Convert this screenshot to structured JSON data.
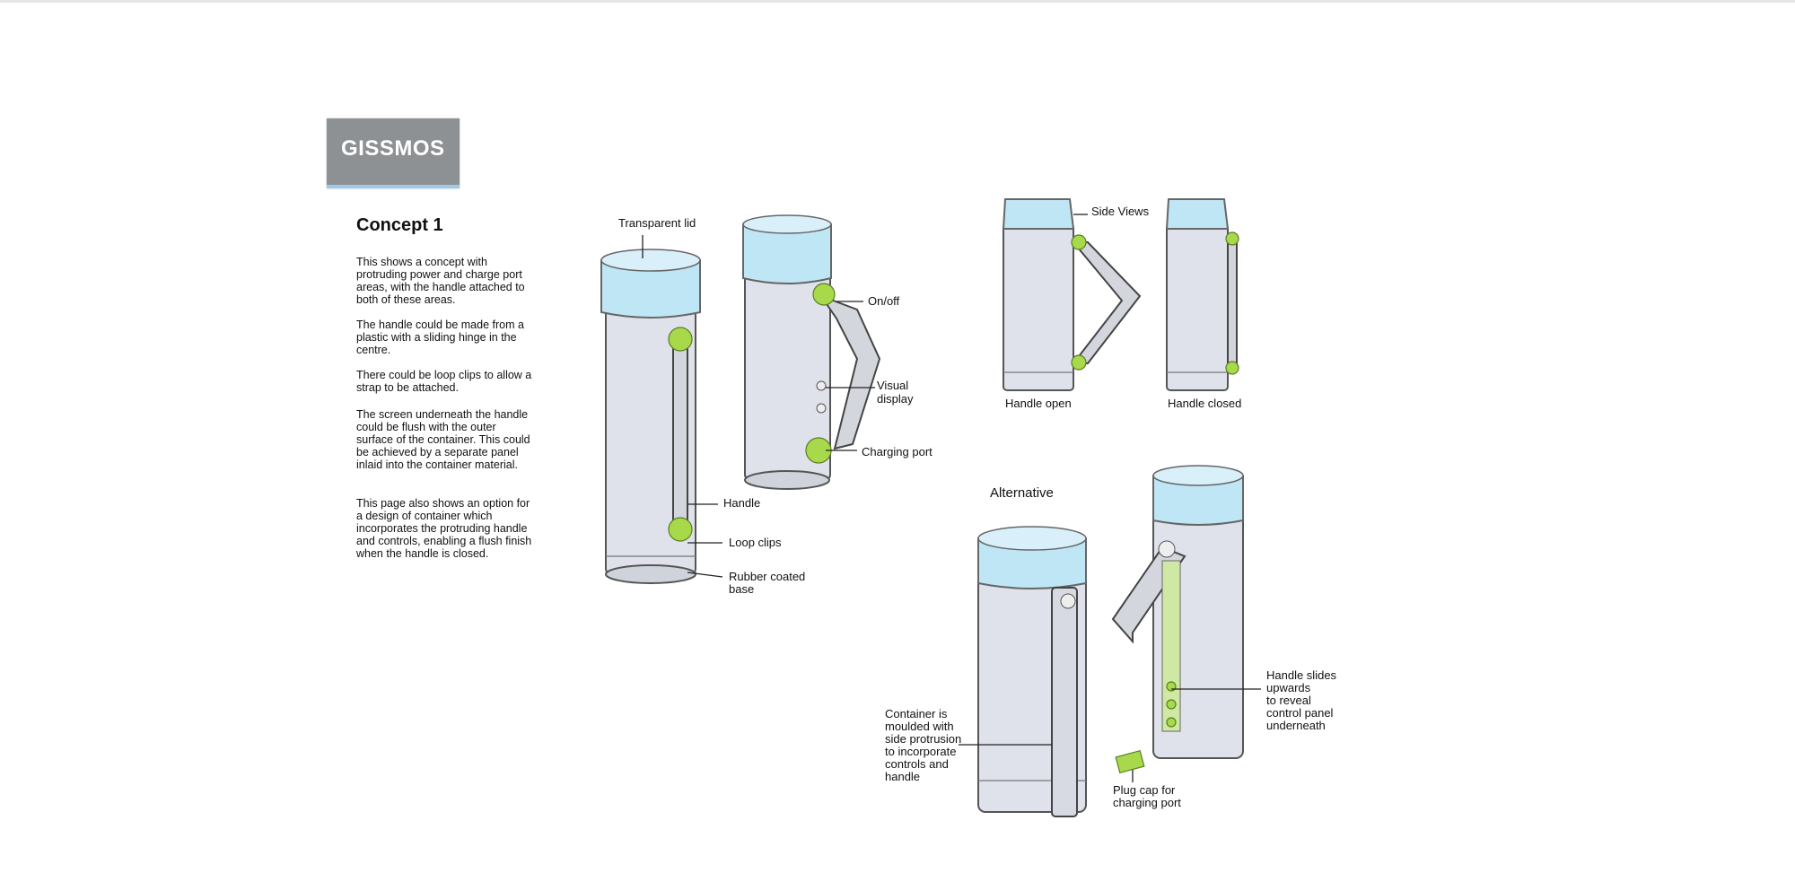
{
  "header": {
    "brand": "GISSMOS"
  },
  "concept": {
    "title": "Concept 1",
    "paragraphs": [
      "This shows a concept with protruding power and charge port areas, with the handle attached to both of these areas.",
      "The handle could be made from a plastic with a sliding hinge in the centre.",
      "There could be loop clips to allow a strap to be attached.",
      "The screen underneath the handle could be flush with the outer surface of the container. This could be achieved by a separate panel inlaid into the container material.",
      "This page also shows an option for a design of container which incorporates the protruding handle and controls, enabling a flush finish when the handle is closed."
    ]
  },
  "labels": {
    "transparent_lid": "Transparent lid",
    "on_off": "On/off",
    "visual_display_1": "Visual",
    "visual_display_2": "display",
    "charging_port": "Charging port",
    "handle": "Handle",
    "loop_clips": "Loop clips",
    "rubber_base_1": "Rubber coated",
    "rubber_base_2": "base",
    "side_views": "Side Views",
    "handle_open": "Handle open",
    "handle_closed": "Handle closed",
    "alternative": "Alternative",
    "container_1": "Container is",
    "container_2": "moulded with",
    "container_3": "side protrusion",
    "container_4": "to incorporate",
    "container_5": "controls and",
    "container_6": "handle",
    "slides_1": "Handle slides",
    "slides_2": "upwards",
    "slides_3": "to reveal",
    "slides_4": "control panel",
    "slides_5": "underneath",
    "plug_1": "Plug cap for",
    "plug_2": "charging port"
  },
  "colors": {
    "badge": "#8e9194",
    "lid": "#bfe6f5",
    "accent_green": "#a7d94a",
    "body": "#dfe2ea"
  }
}
